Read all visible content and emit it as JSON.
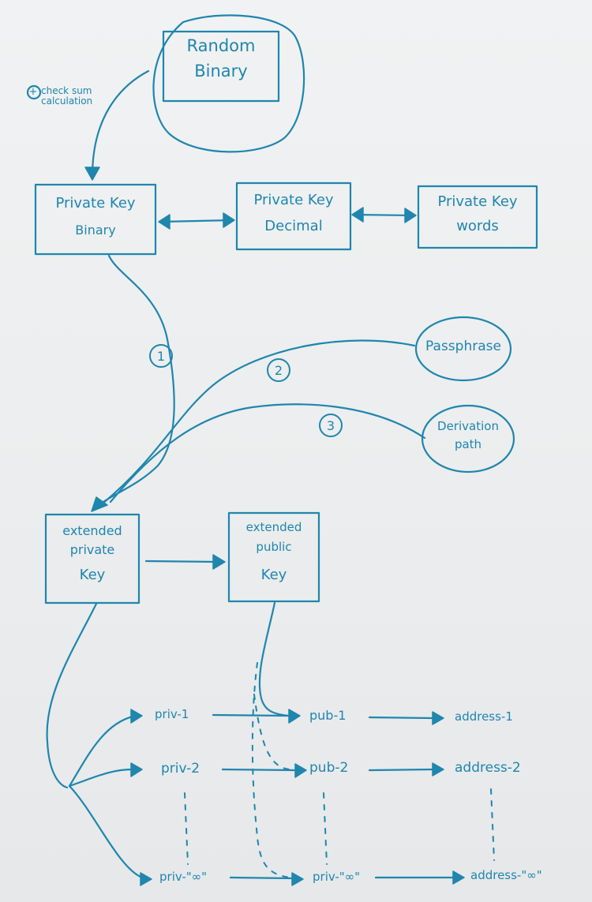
{
  "nodes": {
    "random_binary": [
      "Random",
      "Binary"
    ],
    "checksum_note": "check sum calculation",
    "pk_binary": [
      "Private Key",
      "Binary"
    ],
    "pk_decimal": [
      "Private Key",
      "Decimal"
    ],
    "pk_words": [
      "Private Key",
      "words"
    ],
    "passphrase": "Passphrase",
    "derivation_path": [
      "Derivation",
      "path"
    ],
    "ext_private": [
      "extended",
      "private",
      "Key"
    ],
    "ext_public": [
      "extended",
      "public",
      "Key"
    ],
    "priv": [
      "priv-1",
      "priv-2",
      "priv-\"∞\""
    ],
    "pub": [
      "pub-1",
      "pub-2",
      "priv-\"∞\""
    ],
    "address": [
      "address-1",
      "address-2",
      "address-\"∞\""
    ]
  },
  "steps": [
    "1",
    "2",
    "3"
  ],
  "plus_symbol": "+",
  "colors": {
    "ink": "#1f86ad",
    "paper": "#eef0f2"
  }
}
